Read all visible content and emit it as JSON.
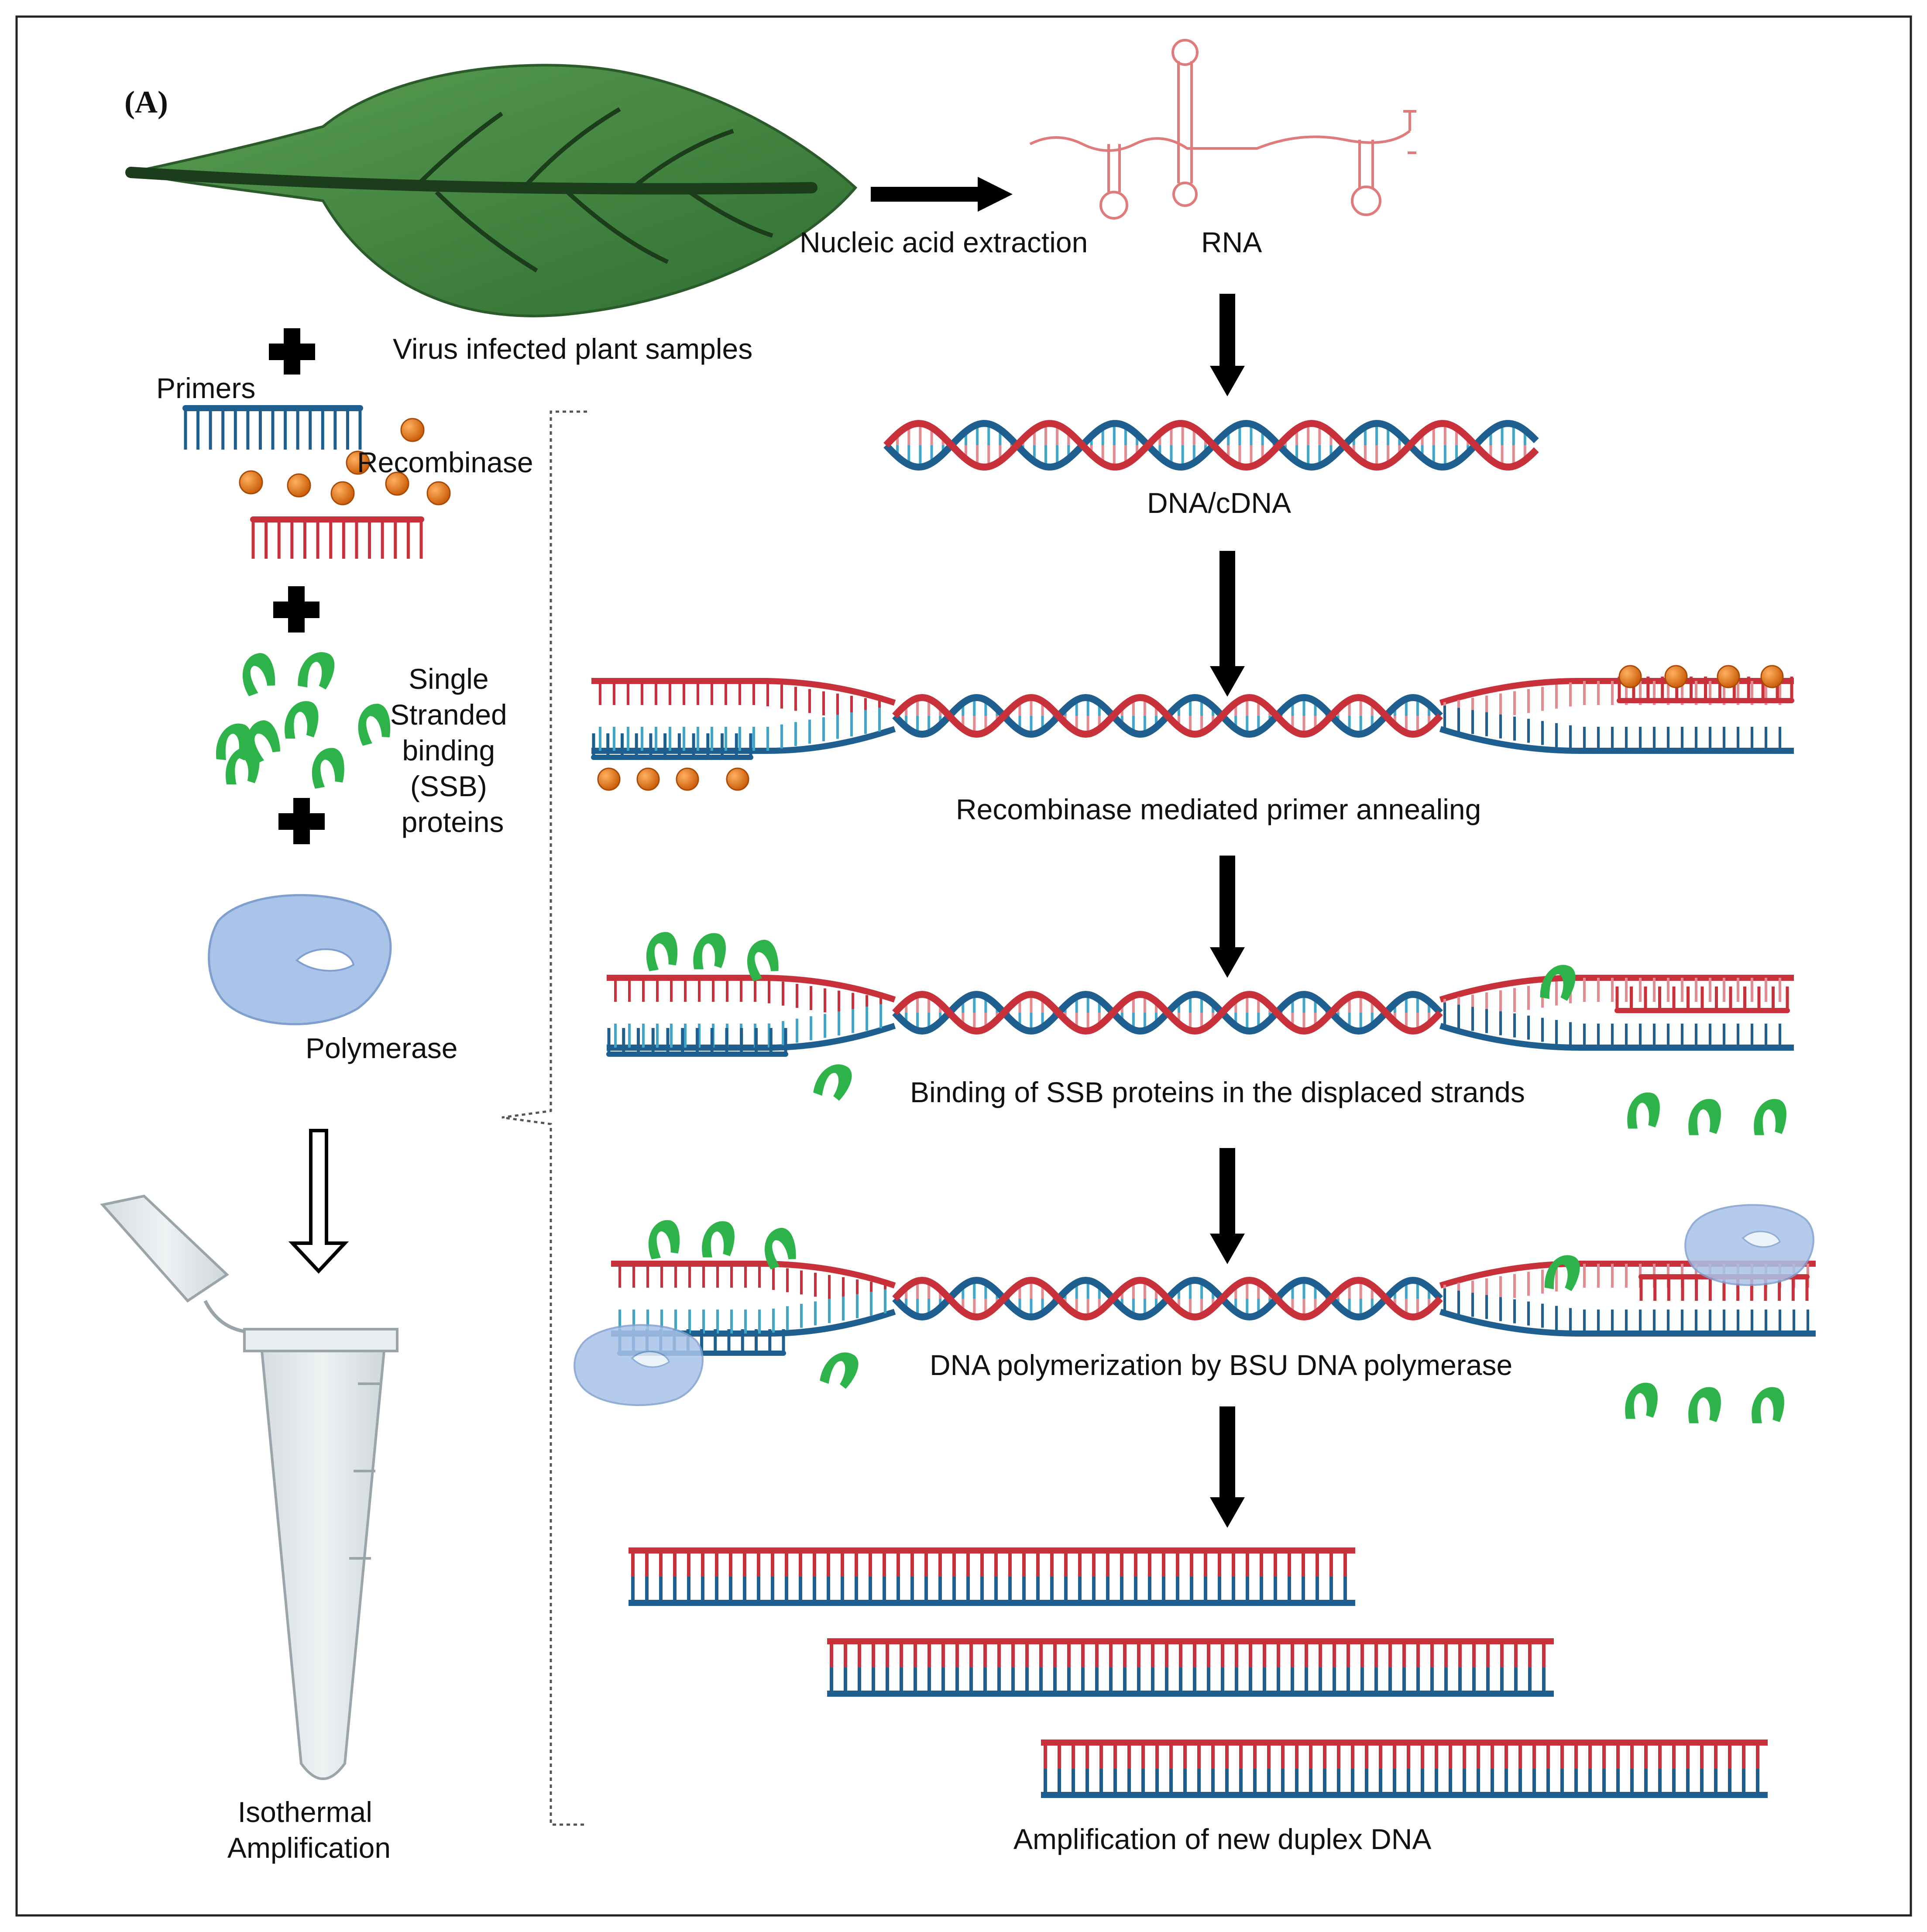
{
  "panel_label": "(A)",
  "labels": {
    "plant_samples": "Virus infected plant samples",
    "extraction": "Nucleic acid extraction",
    "rna": "RNA",
    "primers": "Primers",
    "recombinase": "Recombinase",
    "ssb": [
      "Single",
      "Stranded",
      "binding",
      "(SSB)",
      "proteins"
    ],
    "polymerase": "Polymerase",
    "isothermal": [
      "Isothermal",
      "Amplification"
    ],
    "dna_cdna": "DNA/cDNA",
    "step_annealing": "Recombinase mediated primer annealing",
    "step_ssb": "Binding of  SSB proteins in the displaced strands",
    "step_polymerization": "DNA polymerization by BSU DNA polymerase",
    "step_amplification": "Amplification of new duplex DNA"
  },
  "colors": {
    "red_strand": "#c8313a",
    "blue_strand": "#1f5f8f",
    "teal_rung": "#3fa7c9",
    "pink_rung": "#e58a90",
    "ssb_green": "#2db34a",
    "recombinase_orange": "#e77817",
    "polymerase_blue": "#a9c3e9",
    "leaf_green": "#3f8a3e",
    "rna_pink": "#e07b7b"
  }
}
